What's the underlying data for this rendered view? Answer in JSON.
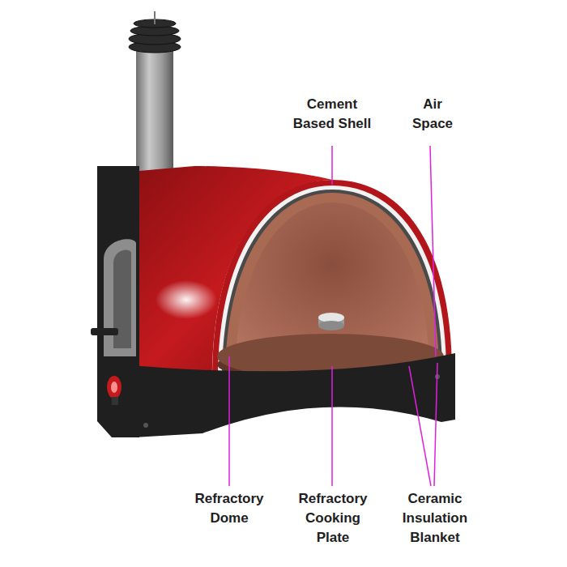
{
  "diagram": {
    "labels": [
      "Cement Based Shell",
      "Air Space",
      "Refractory Dome",
      "Refractory Cooking Plate",
      "Ceramic Insulation Blanket"
    ]
  }
}
